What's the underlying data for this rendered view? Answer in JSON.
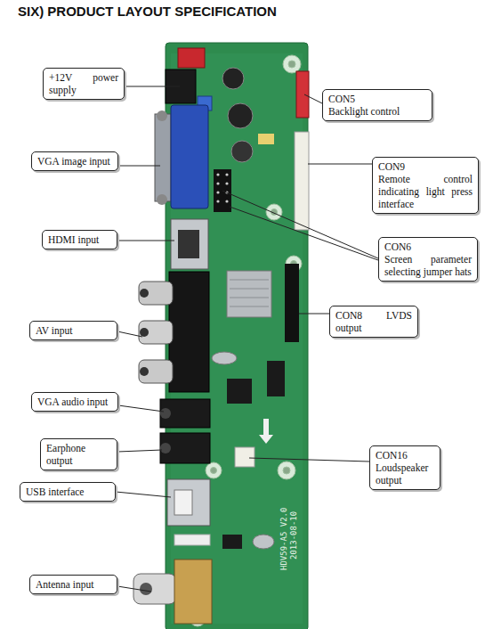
{
  "diagram": {
    "title": "SIX) PRODUCT LAYOUT SPECIFICATION",
    "nodes": [
      {
        "text": [
          "+12V power supply"
        ]
      },
      {
        "text": [
          "CON5",
          "Backlight control"
        ]
      },
      {
        "text": [
          "VGA image input"
        ]
      },
      {
        "text": [
          "CON9",
          "Remote control indicating light press interface"
        ]
      },
      {
        "text": [
          "HDMI input"
        ]
      },
      {
        "text": [
          "CON6",
          "Screen parameter selecting jumper hats"
        ]
      },
      {
        "text": [
          "CON8 LVDS output"
        ]
      },
      {
        "text": [
          "AV input"
        ]
      },
      {
        "text": [
          "VGA audio input"
        ]
      },
      {
        "text": [
          "Earphone output"
        ]
      },
      {
        "text": [
          "CON16",
          "Loudspeaker output"
        ]
      },
      {
        "text": [
          "USB interface"
        ]
      },
      {
        "text": [
          "Antenna input"
        ]
      }
    ],
    "labels": [
      "HDV59-A5 V2.0",
      "2013-08-10"
    ]
  }
}
